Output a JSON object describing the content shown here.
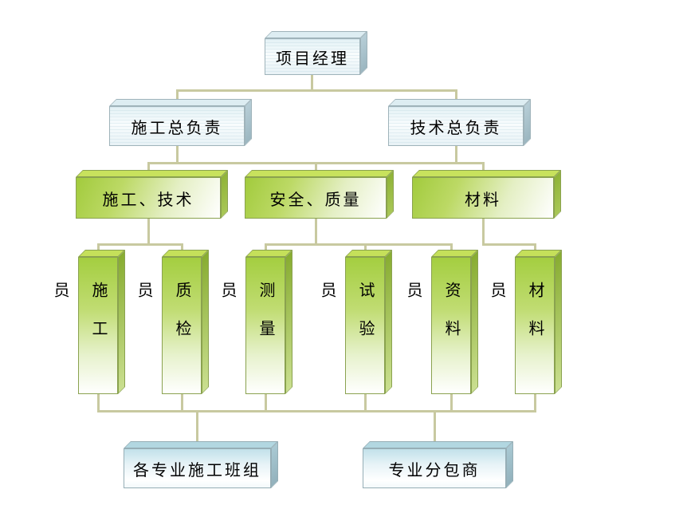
{
  "page": {
    "background": "#ffffff"
  },
  "chart": {
    "type": "org-chart",
    "levels": {
      "level1": [
        {
          "label": "项目经理"
        }
      ],
      "level2": [
        {
          "label": "施工总负责"
        },
        {
          "label": "技术总负责"
        }
      ],
      "level3": [
        {
          "label": "施工、技术"
        },
        {
          "label": "安全、质量"
        },
        {
          "label": "材料"
        }
      ],
      "level4": [
        {
          "label": "施工员"
        },
        {
          "label": "质检员"
        },
        {
          "label": "测量员"
        },
        {
          "label": "试验员"
        },
        {
          "label": "资料员"
        },
        {
          "label": "材料员"
        }
      ],
      "level5": [
        {
          "label": "各专业施工班组"
        },
        {
          "label": "专业分包商"
        }
      ]
    },
    "edges": [
      {
        "from": [
          "项目经理"
        ],
        "to": [
          "施工总负责",
          "技术总负责"
        ]
      },
      {
        "from": [
          "施工总负责",
          "技术总负责"
        ],
        "to": [
          "施工、技术",
          "安全、质量",
          "材料"
        ]
      },
      {
        "from": [
          "施工、技术"
        ],
        "to": [
          "施工员",
          "质检员"
        ]
      },
      {
        "from": [
          "安全、质量"
        ],
        "to": [
          "测量员",
          "试验员",
          "资料员"
        ]
      },
      {
        "from": [
          "材料"
        ],
        "to": [
          "材料员"
        ]
      },
      {
        "from": [
          "施工员",
          "质检员",
          "测量员",
          "试验员",
          "资料员",
          "材料员"
        ],
        "to": [
          "各专业施工班组",
          "专业分包商"
        ]
      }
    ]
  },
  "colors": {
    "background": "#ffffff",
    "connector_line": "#c8c9a0",
    "blue_box_front": "#e9f4f7",
    "blue_box_top": "#ddedf2",
    "blue_box_side": "#a4bfca",
    "bottom_box_front": "#c2e1ea",
    "green_box_front": "#a2cb3d",
    "green_box_top": "#c8e25d",
    "green_box_side": "#8fb337",
    "text": "#000000"
  }
}
